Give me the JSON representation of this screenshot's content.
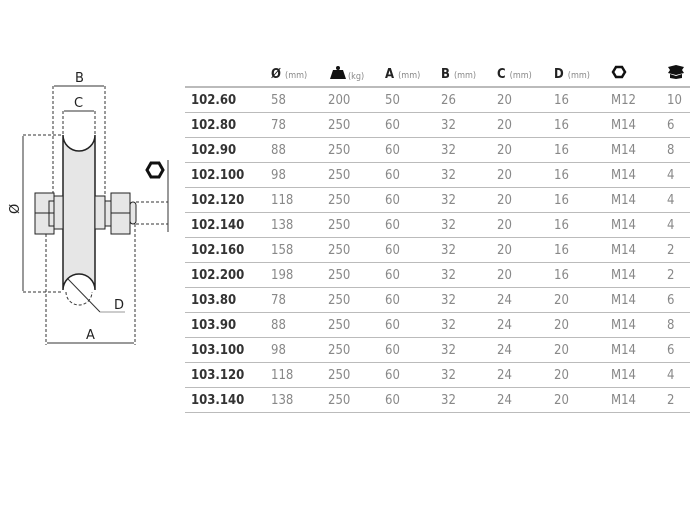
{
  "drawing": {
    "labels": {
      "b": "B",
      "c": "C",
      "diameter": "Ø",
      "d": "D",
      "a": "A"
    },
    "icon": "hex-nut-icon"
  },
  "table": {
    "headers": [
      {
        "key": "code",
        "label": "",
        "unit": ""
      },
      {
        "key": "diameter",
        "label": "Ø",
        "unit": "(mm)"
      },
      {
        "key": "load",
        "label": "",
        "unit": "(kg)",
        "icon": "weight-icon"
      },
      {
        "key": "a",
        "label": "A",
        "unit": "(mm)"
      },
      {
        "key": "b",
        "label": "B",
        "unit": "(mm)"
      },
      {
        "key": "c",
        "label": "C",
        "unit": "(mm)"
      },
      {
        "key": "d",
        "label": "D",
        "unit": "(mm)"
      },
      {
        "key": "thread",
        "label": "",
        "unit": "",
        "icon": "hex-nut-icon"
      },
      {
        "key": "pack",
        "label": "",
        "unit": "",
        "icon": "box-icon"
      }
    ],
    "rows": [
      [
        "102.60",
        "58",
        "200",
        "50",
        "26",
        "20",
        "16",
        "M12",
        "10"
      ],
      [
        "102.80",
        "78",
        "250",
        "60",
        "32",
        "20",
        "16",
        "M14",
        "6"
      ],
      [
        "102.90",
        "88",
        "250",
        "60",
        "32",
        "20",
        "16",
        "M14",
        "8"
      ],
      [
        "102.100",
        "98",
        "250",
        "60",
        "32",
        "20",
        "16",
        "M14",
        "4"
      ],
      [
        "102.120",
        "118",
        "250",
        "60",
        "32",
        "20",
        "16",
        "M14",
        "4"
      ],
      [
        "102.140",
        "138",
        "250",
        "60",
        "32",
        "20",
        "16",
        "M14",
        "4"
      ],
      [
        "102.160",
        "158",
        "250",
        "60",
        "32",
        "20",
        "16",
        "M14",
        "2"
      ],
      [
        "102.200",
        "198",
        "250",
        "60",
        "32",
        "20",
        "16",
        "M14",
        "2"
      ],
      [
        "103.80",
        "78",
        "250",
        "60",
        "32",
        "24",
        "20",
        "M14",
        "6"
      ],
      [
        "103.90",
        "88",
        "250",
        "60",
        "32",
        "24",
        "20",
        "M14",
        "8"
      ],
      [
        "103.100",
        "98",
        "250",
        "60",
        "32",
        "24",
        "20",
        "M14",
        "6"
      ],
      [
        "103.120",
        "118",
        "250",
        "60",
        "32",
        "24",
        "20",
        "M14",
        "4"
      ],
      [
        "103.140",
        "138",
        "250",
        "60",
        "32",
        "24",
        "20",
        "M14",
        "2"
      ]
    ]
  }
}
